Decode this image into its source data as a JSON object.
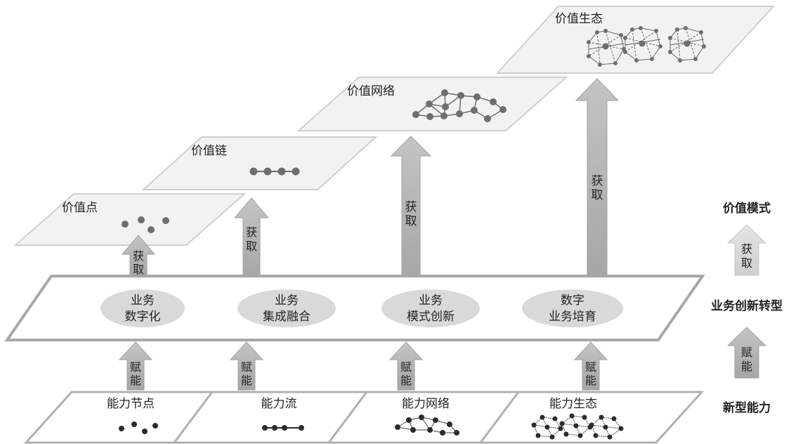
{
  "value_levels": [
    {
      "label": "价值点"
    },
    {
      "label": "价值链"
    },
    {
      "label": "价值网络"
    },
    {
      "label": "价值生态"
    }
  ],
  "transformation_items": [
    {
      "line1": "业务",
      "line2": "数字化"
    },
    {
      "line1": "业务",
      "line2": "集成融合"
    },
    {
      "line1": "业务",
      "line2": "模式创新"
    },
    {
      "line1": "数字",
      "line2": "业务培育"
    }
  ],
  "capability_cells": [
    {
      "label": "能力节点"
    },
    {
      "label": "能力流"
    },
    {
      "label": "能力网络"
    },
    {
      "label": "能力生态"
    }
  ],
  "arrow_labels": {
    "acquire_top": "获",
    "acquire_bottom": "取",
    "empower_top": "赋",
    "empower_bottom": "能"
  },
  "legend": {
    "value_mode": "价值模式",
    "business_transformation": "业务创新转型",
    "new_capability": "新型能力"
  },
  "colors": {
    "panel_fill": "#f1f1f1",
    "panel_stroke": "#c8c8c8",
    "ellipse_fill": "#d9d9d9",
    "arrow_fill": "#a9a9a9",
    "node_fill": "#6e6e6e"
  }
}
